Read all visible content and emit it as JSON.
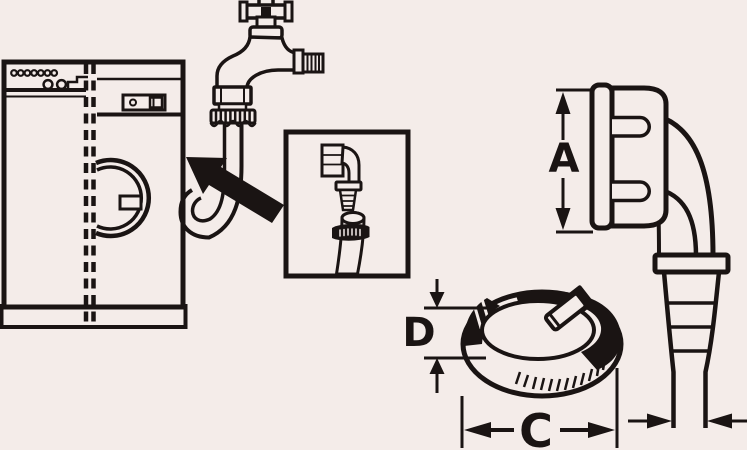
{
  "diagram": {
    "labels": {
      "dim_a": "A",
      "dim_c": "C",
      "dim_d": "D"
    }
  },
  "colors": {
    "background": "#f4ece9",
    "line": "#1a1413"
  }
}
